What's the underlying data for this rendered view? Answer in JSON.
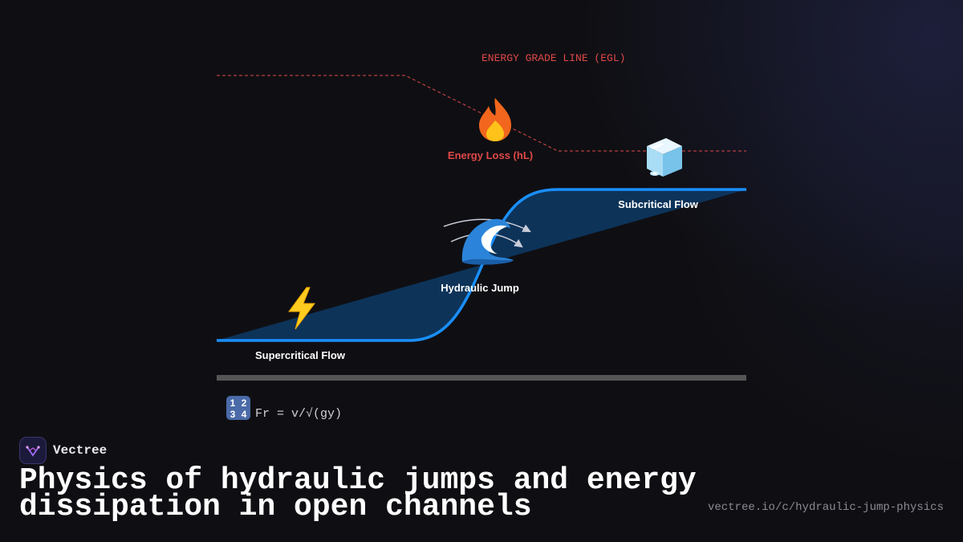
{
  "diagram": {
    "egl_label": "ENERGY GRADE LINE (EGL)",
    "energy_loss_label": "Energy Loss (hL)",
    "subcritical_label": "Subcritical Flow",
    "hydraulic_jump_label": "Hydraulic Jump",
    "supercritical_label": "Supercritical Flow",
    "formula": "Fr = v/√(gy)",
    "icons": {
      "energy_loss": "fire-emoji",
      "subcritical": "ice-cube-emoji",
      "hydraulic_jump": "wave-emoji",
      "supercritical": "lightning-emoji",
      "formula": "numbers-emoji"
    },
    "colors": {
      "egl": "#e04848",
      "water_line": "#1a8fff",
      "water_fill": "#0d3a66",
      "channel_bed": "#555555",
      "label_text": "#ffffff",
      "formula_text": "#d0d0d6"
    }
  },
  "brand": {
    "name": "Vectree"
  },
  "title": "Physics of hydraulic jumps and energy dissipation in open channels",
  "url": "vectree.io/c/hydraulic-jump-physics"
}
